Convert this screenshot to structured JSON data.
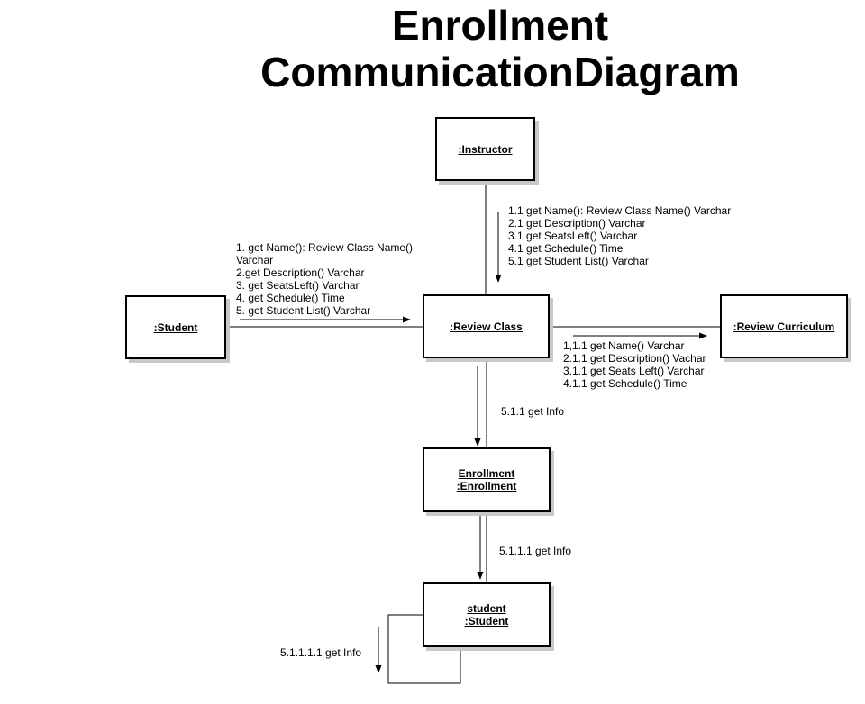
{
  "title": {
    "line1": "Enrollment",
    "line2": "CommunicationDiagram"
  },
  "objects": {
    "instructor": ":Instructor",
    "student": ":Student",
    "review_class": ":Review Class",
    "review_curriculum": ":Review Curriculum",
    "enrollment": "Enrollment \n:Enrollment",
    "student_obj": "student \n:Student"
  },
  "messages": {
    "student_to_review_class": "1. get Name(): Review Class Name()\nVarchar\n2.get Description() Varchar\n3. get SeatsLeft() Varchar\n4. get Schedule() Time\n5. get Student List() Varchar",
    "instructor_to_review_class": "1.1 get Name(): Review Class Name() Varchar\n2.1 get Description() Varchar\n3.1 get SeatsLeft() Varchar\n4.1 get Schedule() Time\n5.1 get Student List() Varchar",
    "review_class_to_curriculum": "1,1.1 get Name() Varchar\n2.1.1 get Description() Vachar\n3.1.1 get Seats Left() Varchar\n4.1.1 get Schedule() Time",
    "review_class_to_enrollment": "5.1.1 get Info",
    "enrollment_to_student": "5.1.1.1 get Info",
    "student_self": "5.1.1.1.1 get Info"
  }
}
